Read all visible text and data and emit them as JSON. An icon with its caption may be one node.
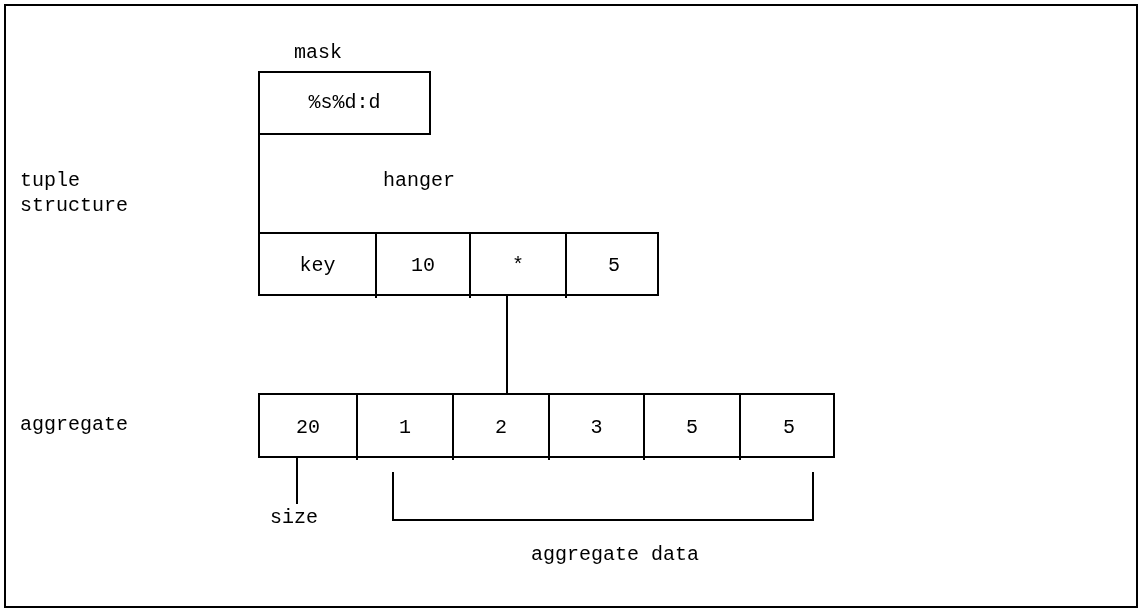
{
  "diagram": {
    "nodes": [
      {
        "text": [
          "%s%d:d"
        ],
        "beside": [
          "mask"
        ]
      },
      {
        "text": [],
        "shape": "box",
        "beside": [
          "hanger"
        ]
      },
      {
        "text": [
          "key"
        ],
        "in": 1
      },
      {
        "text": [
          "10"
        ],
        "in": 1
      },
      {
        "text": [
          "*"
        ],
        "in": 1
      },
      {
        "text": [
          "5"
        ],
        "in": 1
      },
      {
        "text": [],
        "shape": "box"
      },
      {
        "text": [
          "20"
        ],
        "in": 6
      },
      {
        "text": [
          "1"
        ],
        "in": 6
      },
      {
        "text": [
          "2"
        ],
        "in": 6
      },
      {
        "text": [
          "3"
        ],
        "in": 6
      },
      {
        "text": [
          "5"
        ],
        "in": 6
      },
      {
        "text": [
          "5"
        ],
        "in": 6
      },
      {
        "text": [
          "size"
        ]
      }
    ],
    "edges": [
      {
        "from": 0,
        "to": 1,
        "arrow": "none"
      },
      {
        "from": 4,
        "to": 6,
        "arrow": "none"
      },
      {
        "from": 13,
        "to": 7,
        "arrow": "none"
      }
    ],
    "labels": [
      "tuple structure",
      "aggregate",
      "aggregate data"
    ]
  }
}
